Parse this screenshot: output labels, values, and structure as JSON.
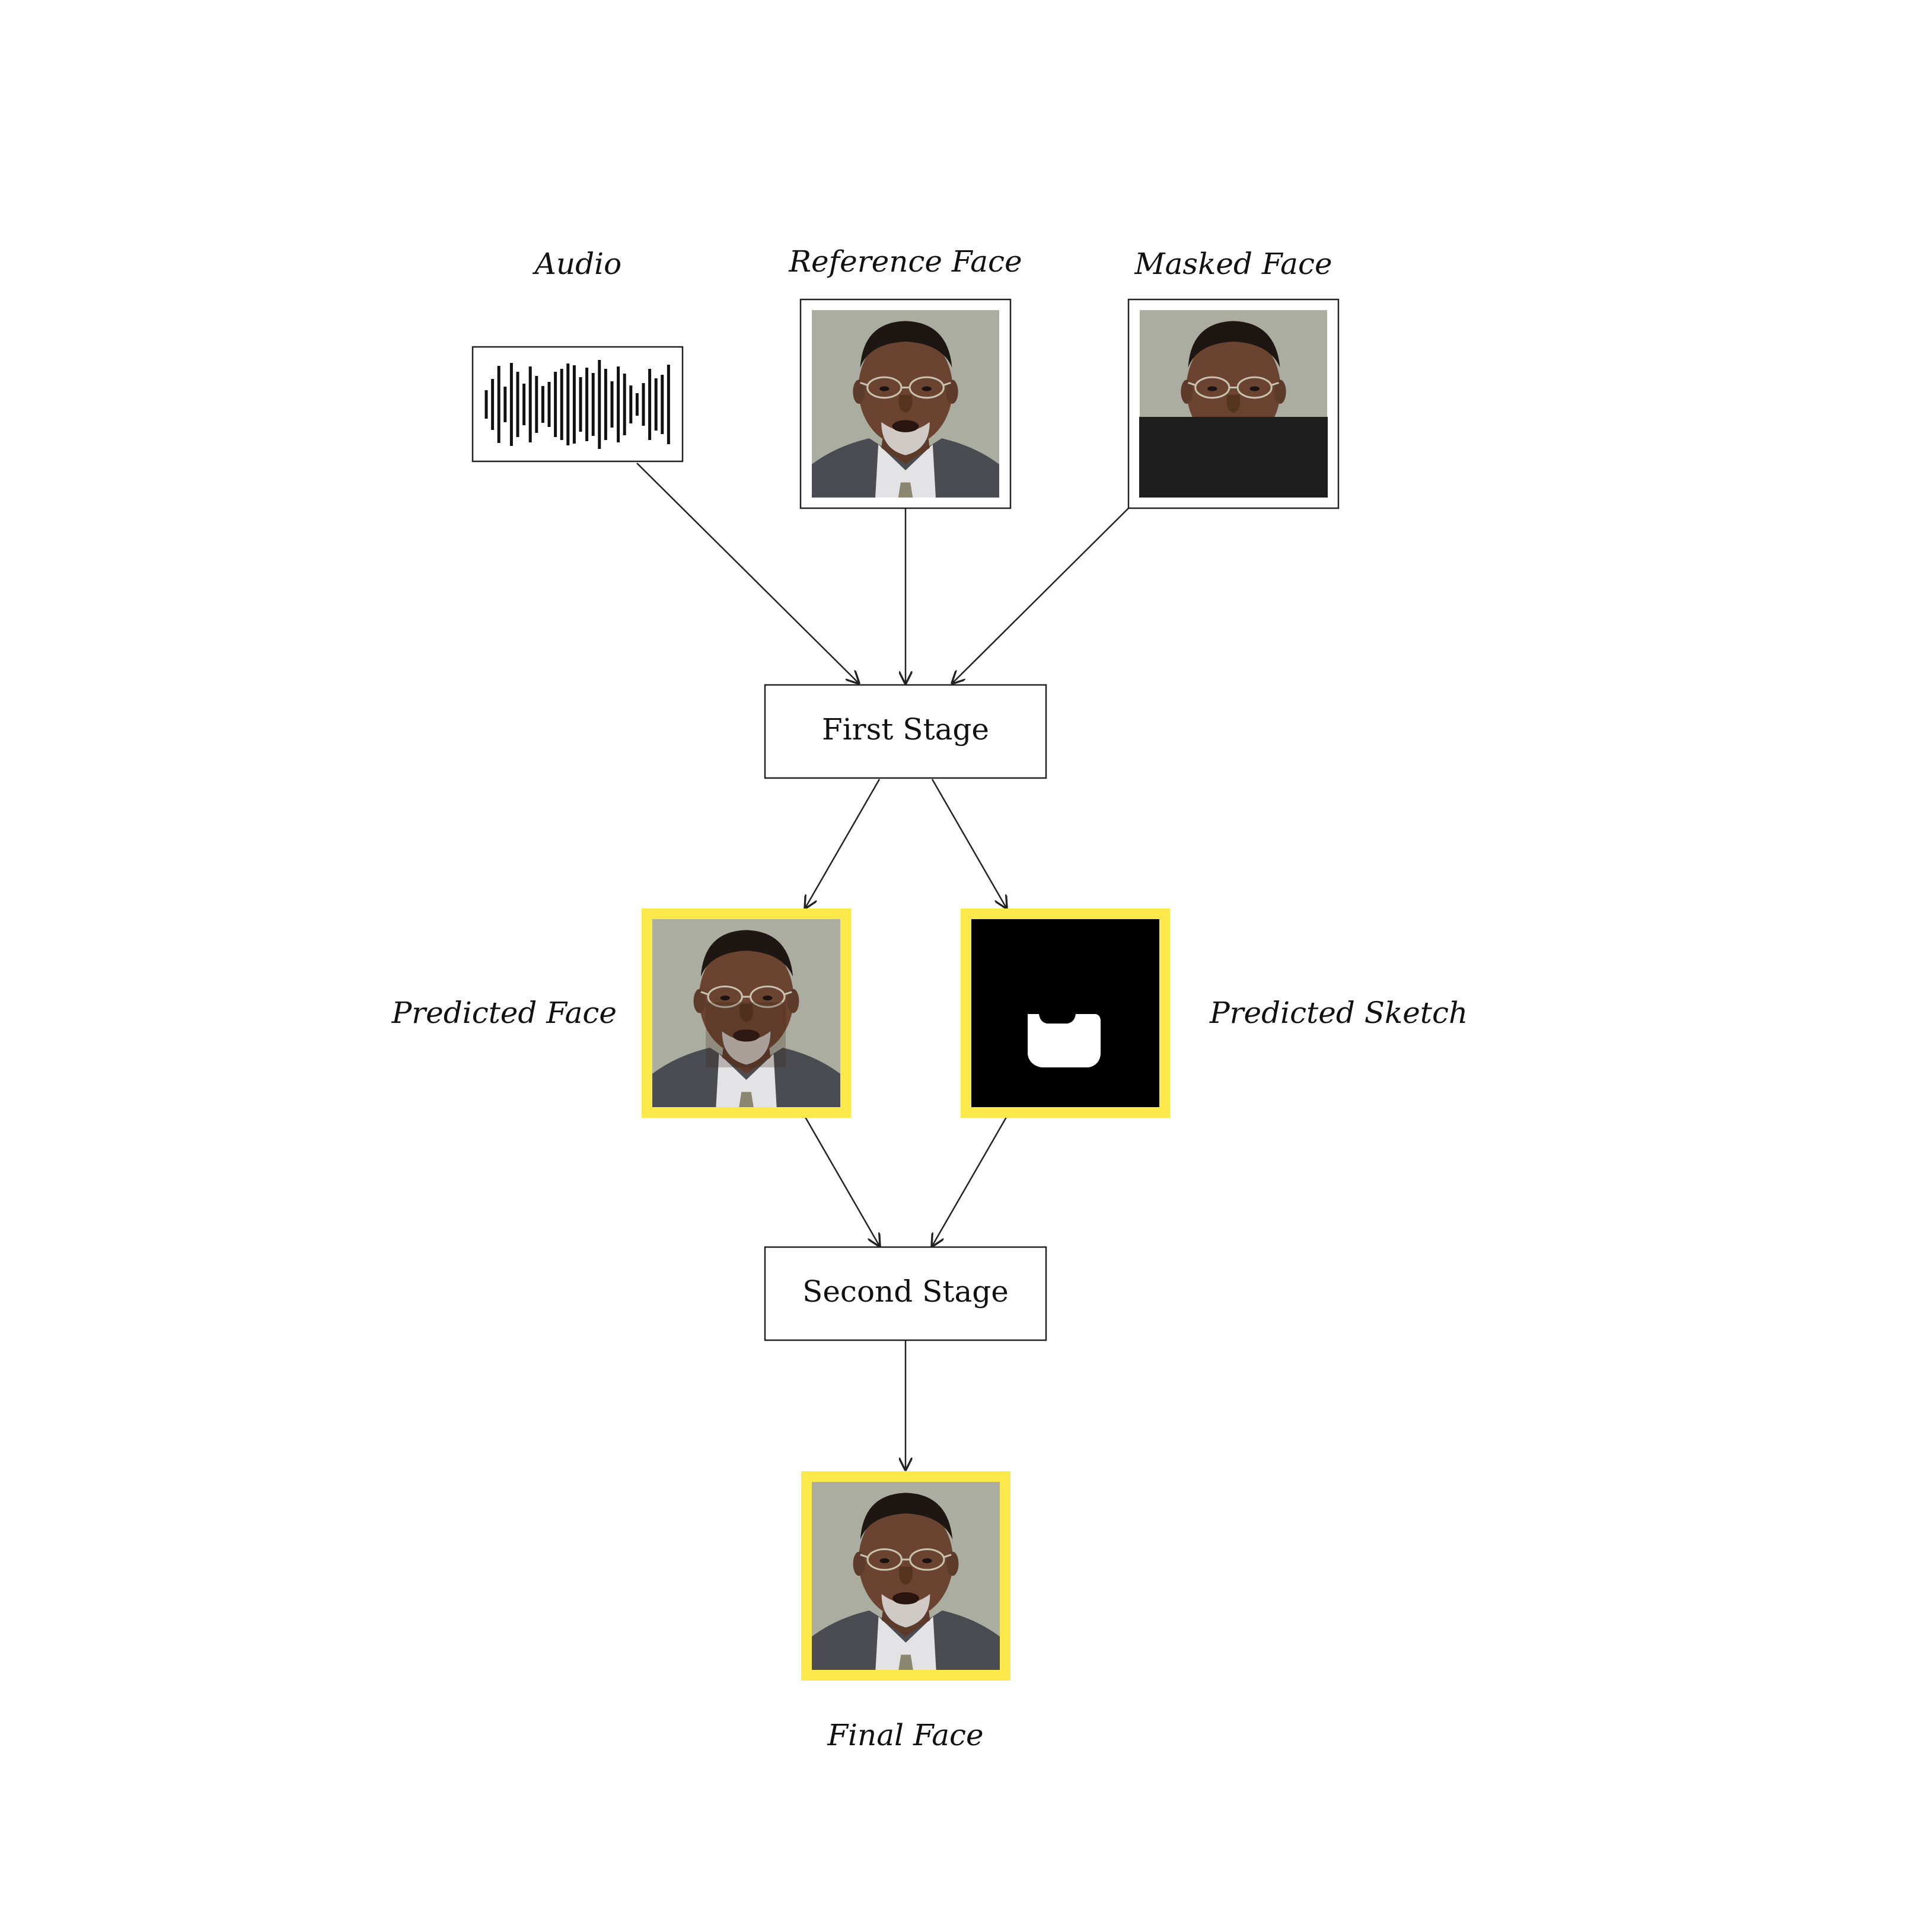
{
  "inputs": {
    "audio_label": "Audio",
    "reference_label": "Reference Face",
    "masked_label": "Masked Face"
  },
  "stages": {
    "first": "First Stage",
    "second": "Second Stage"
  },
  "outputs": {
    "predicted_face_label": "Predicted Face",
    "predicted_sketch_label": "Predicted Sketch",
    "final_face_label": "Final Face"
  },
  "colors": {
    "highlight_frame": "#fbe84a",
    "mask_fill": "#1e1e1e",
    "sketch_bg": "#000000",
    "face_bg": "#a5a89c"
  },
  "icons": [
    "waveform-icon",
    "face-image",
    "sketch-mask-image"
  ]
}
